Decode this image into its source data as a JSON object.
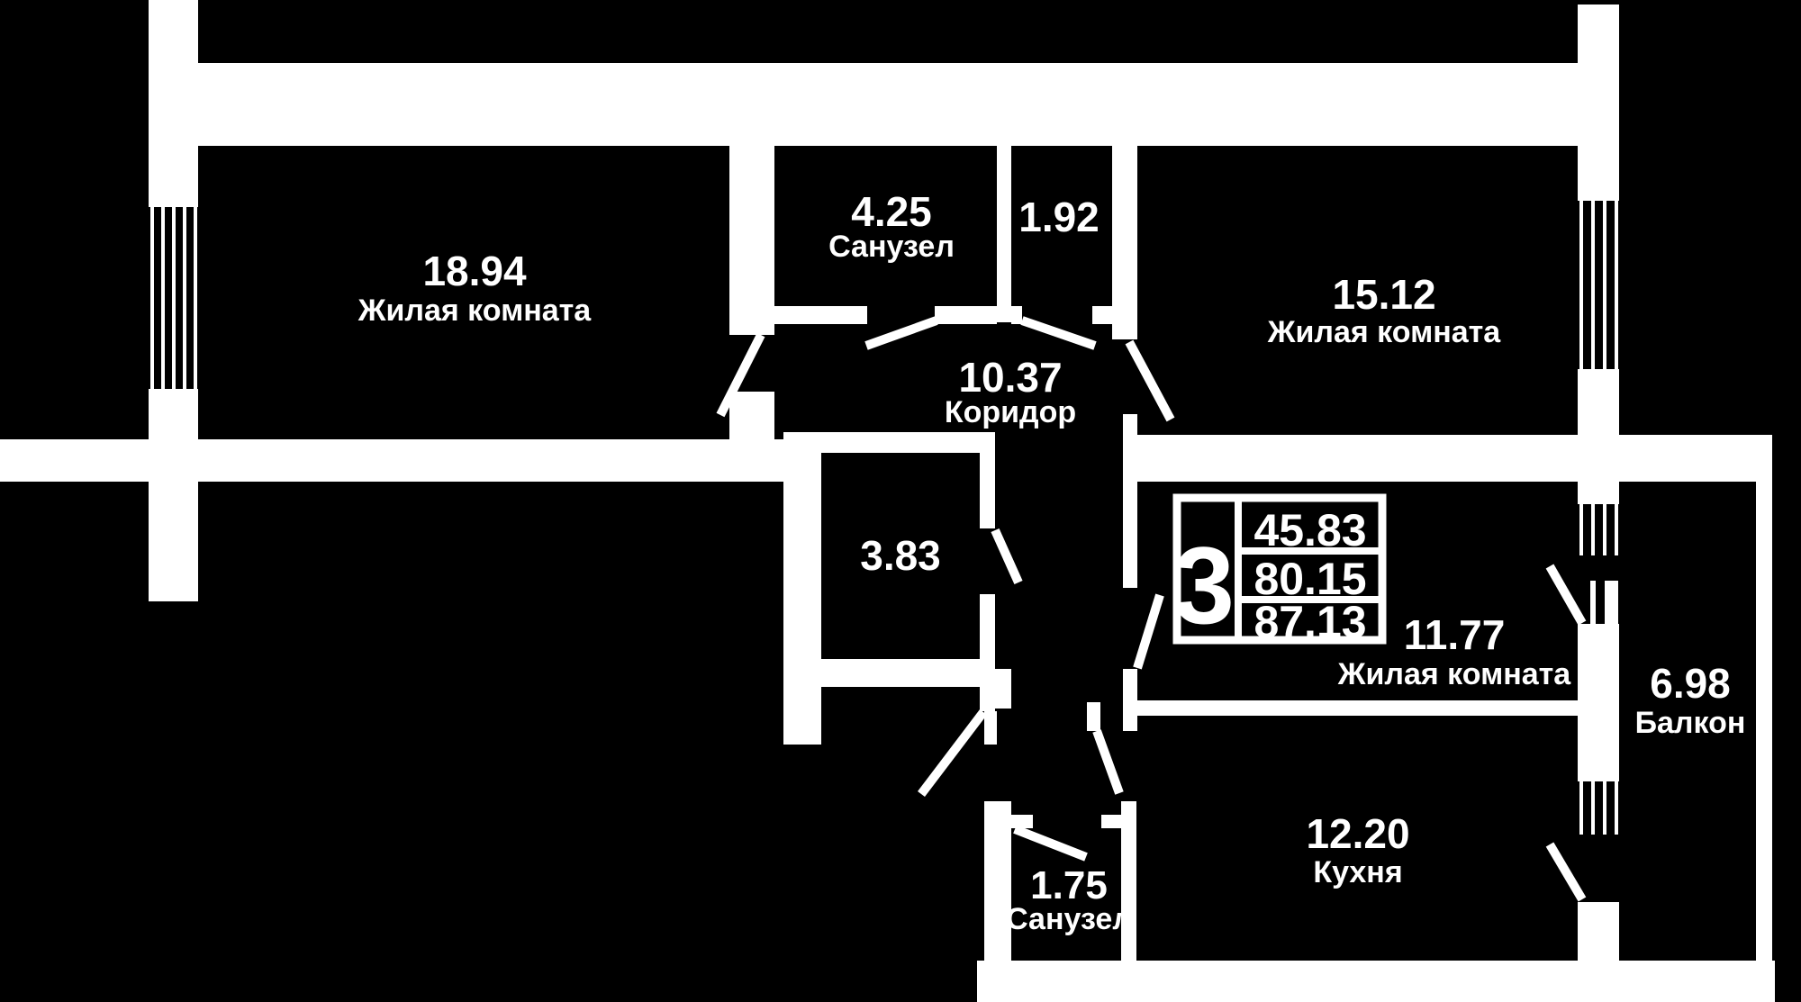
{
  "plan": {
    "background_color": "#000000",
    "wall_color": "#ffffff",
    "rooms": [
      {
        "id": "living-room-1",
        "area": "18.94",
        "name": "Жилая комната"
      },
      {
        "id": "bathroom-1",
        "area": "4.25",
        "name": "Санузел"
      },
      {
        "id": "storage",
        "area": "1.92",
        "name": ""
      },
      {
        "id": "living-room-2",
        "area": "15.12",
        "name": "Жилая комната"
      },
      {
        "id": "corridor",
        "area": "10.37",
        "name": "Коридор"
      },
      {
        "id": "closet",
        "area": "3.83",
        "name": ""
      },
      {
        "id": "living-room-3",
        "area": "11.77",
        "name": "Жилая комната"
      },
      {
        "id": "balcony",
        "area": "6.98",
        "name": "Балкон"
      },
      {
        "id": "kitchen",
        "area": "12.20",
        "name": "Кухня"
      },
      {
        "id": "bathroom-2",
        "area": "1.75",
        "name": "Санузел"
      }
    ],
    "info_box": {
      "rooms_count": "3",
      "values": [
        "45.83",
        "80.15",
        "87.13"
      ]
    }
  }
}
